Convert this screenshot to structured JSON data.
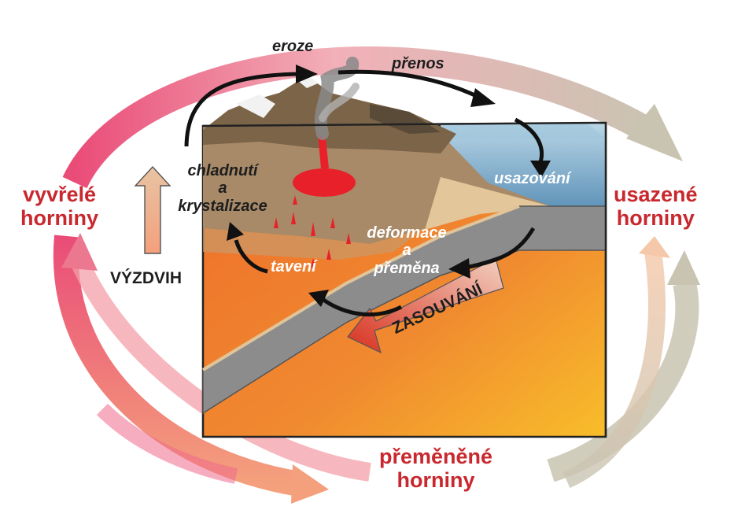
{
  "rock_types": {
    "igneous_line1": "vyvřelé",
    "igneous_line2": "horniny",
    "sedimentary_line1": "usazené",
    "sedimentary_line2": "horniny",
    "metamorphic_line1": "přeměněné",
    "metamorphic_line2": "horniny"
  },
  "processes": {
    "erosion": "eroze",
    "transport": "přenos",
    "deposition": "usazování",
    "cooling_line1": "chladnutí",
    "cooling_line2": "a",
    "cooling_line3": "krystalizace",
    "deformation_line1": "deformace",
    "deformation_line2": "a",
    "deformation_line3": "přeměna",
    "melting": "tavení",
    "uplift": "VÝZDVIH",
    "subduction": "ZASOUVÁNÍ"
  },
  "colors": {
    "rock_label": "#c8282e",
    "igneous_arrow": "#ea4c78",
    "metamorphic_arrow": "#f4a07c",
    "sedimentary_arrow": "#c9c4b2",
    "mantle": "#f07a2c",
    "ocean": "#6fa2c4",
    "oceanic_plate": "#8c8c8c",
    "continental_crust": "#a88a68",
    "magma": "#e8202a"
  }
}
